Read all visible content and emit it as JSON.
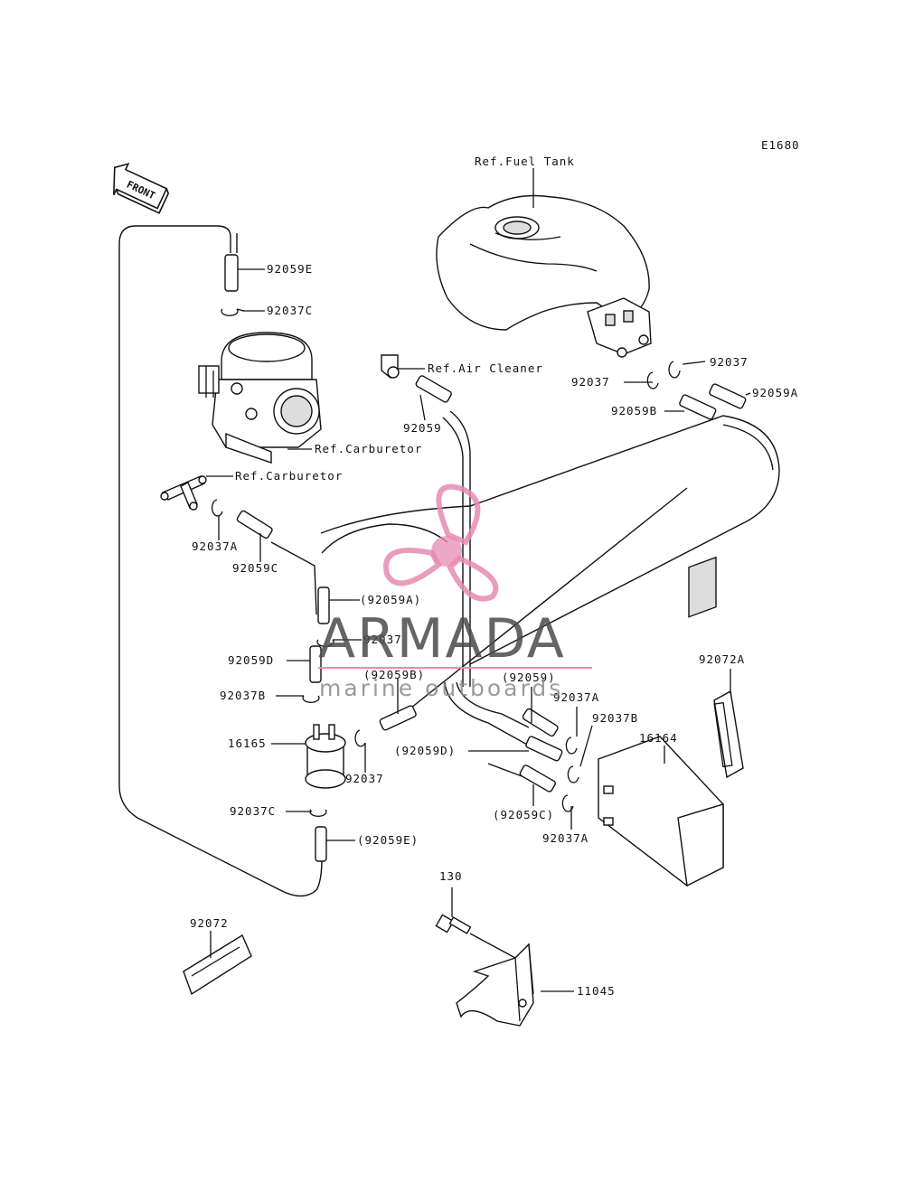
{
  "diagram_code": "E1680",
  "front_label": "FRONT",
  "refs": {
    "fuel_tank": "Ref.Fuel Tank",
    "air_cleaner": "Ref.Air Cleaner",
    "carburetor_1": "Ref.Carburetor",
    "carburetor_2": "Ref.Carburetor"
  },
  "parts": {
    "p92059E_top": "92059E",
    "p92037C_top": "92037C",
    "p92037_tank1": "92037",
    "p92037_tank2": "92037",
    "p92059A_tank": "92059A",
    "p92059_air": "92059",
    "p92059B_tank": "92059B",
    "p92037A_left": "92037A",
    "p92059C_left": "92059C",
    "p92059A_paren": "(92059A)",
    "p92037_mid": "92037",
    "p92059D_left": "92059D",
    "p92059B_paren": "(92059B)",
    "p92037B_left": "92037B",
    "p16165": "16165",
    "p92037_filter": "92037",
    "p92037C_bottom": "92037C",
    "p92059E_paren": "(92059E)",
    "p92059_paren": "(92059)",
    "p92037A_right": "92037A",
    "p92037B_right": "92037B",
    "p92059D_paren": "(92059D)",
    "p92059C_paren": "(92059C)",
    "p92037A_bottom": "92037A",
    "p16164": "16164",
    "p92072A": "92072A",
    "p92072": "92072",
    "p130": "130",
    "p11045": "11045"
  },
  "watermark": {
    "brand": "ARMADA",
    "tagline": "marine outboards",
    "logo_color": "#e58bb0"
  }
}
